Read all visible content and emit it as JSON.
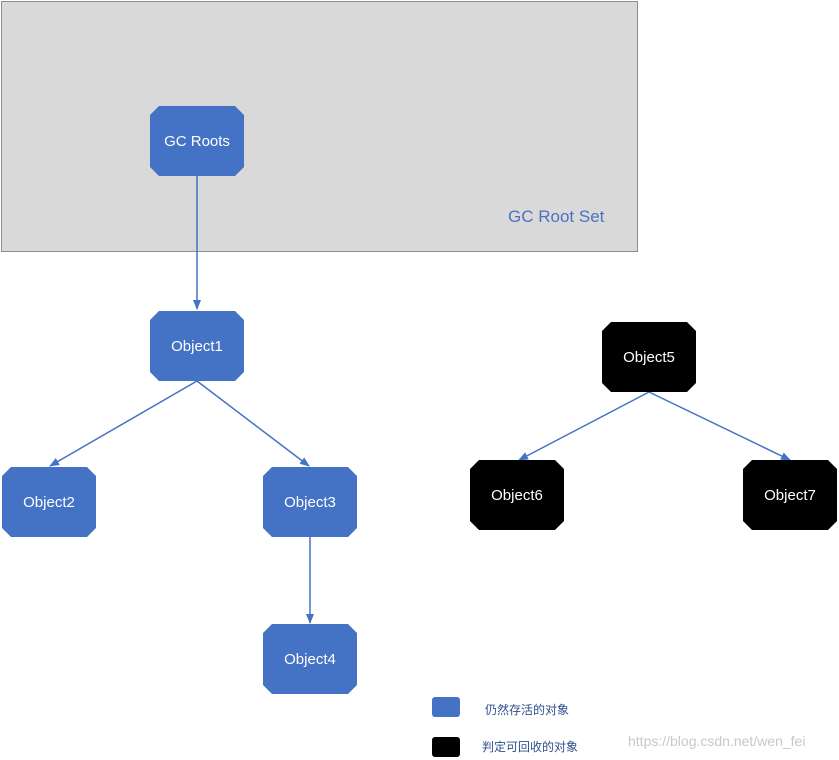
{
  "diagram": {
    "root_set_label": "GC Root Set",
    "colors": {
      "alive": "#4472c4",
      "dead": "#000000",
      "edge": "#4472c4",
      "root_set_fill": "#d9d9d9"
    },
    "nodes": [
      {
        "id": "gc-roots",
        "label": "GC Roots",
        "status": "alive"
      },
      {
        "id": "object1",
        "label": "Object1",
        "status": "alive"
      },
      {
        "id": "object2",
        "label": "Object2",
        "status": "alive"
      },
      {
        "id": "object3",
        "label": "Object3",
        "status": "alive"
      },
      {
        "id": "object4",
        "label": "Object4",
        "status": "alive"
      },
      {
        "id": "object5",
        "label": "Object5",
        "status": "dead"
      },
      {
        "id": "object6",
        "label": "Object6",
        "status": "dead"
      },
      {
        "id": "object7",
        "label": "Object7",
        "status": "dead"
      }
    ],
    "edges": [
      {
        "from": "gc-roots",
        "to": "object1"
      },
      {
        "from": "object1",
        "to": "object2"
      },
      {
        "from": "object1",
        "to": "object3"
      },
      {
        "from": "object3",
        "to": "object4"
      },
      {
        "from": "object5",
        "to": "object6"
      },
      {
        "from": "object5",
        "to": "object7"
      }
    ]
  },
  "legend": {
    "alive_label": "仍然存活的对象",
    "dead_label": "判定可回收的对象"
  },
  "watermark": "https://blog.csdn.net/wen_fei"
}
